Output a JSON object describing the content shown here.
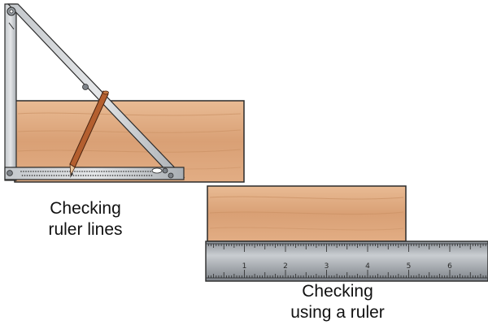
{
  "captions": {
    "left": {
      "line1": "Checking",
      "line2": "ruler lines"
    },
    "right": {
      "line1": "Checking",
      "line2": "using a ruler"
    }
  },
  "ruler": {
    "numbers": [
      "1",
      "2",
      "3",
      "4",
      "5",
      "6"
    ]
  },
  "icons": {
    "pencil": "pencil-icon",
    "square": "combination-square-icon",
    "ruler": "steel-ruler-icon"
  },
  "colors": {
    "wood_light": "#e7b68e",
    "wood_dark": "#c98f62",
    "steel": "#b9bec4",
    "steel_dark": "#6f7479",
    "pencil": "#b45f2f",
    "outline": "#2a2a2a"
  }
}
